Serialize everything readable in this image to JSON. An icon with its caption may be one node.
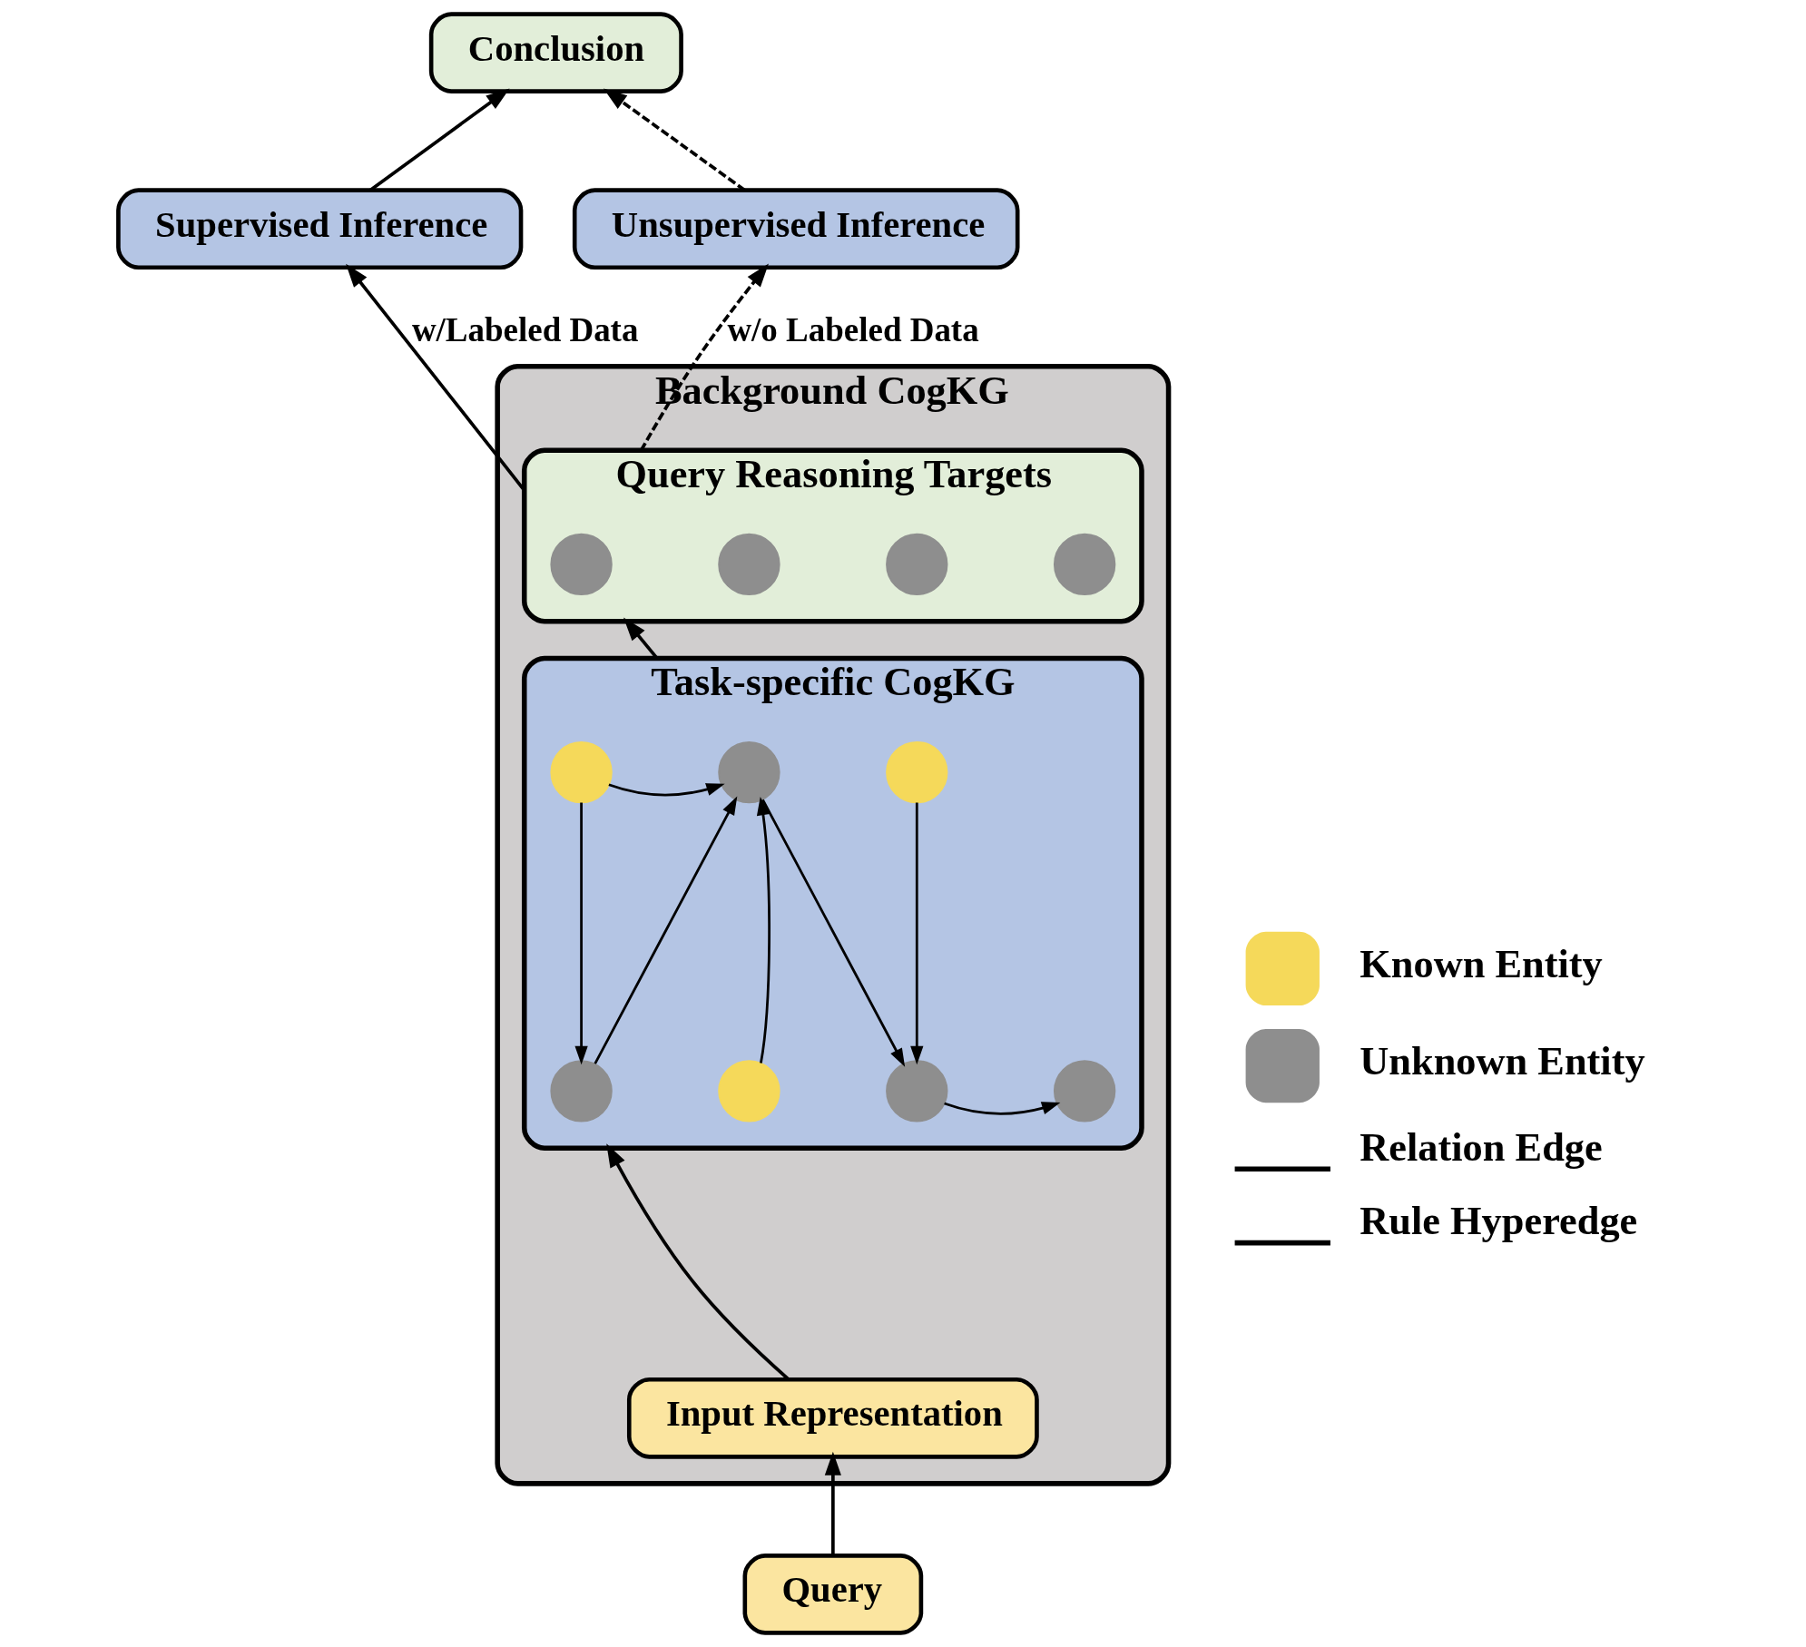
{
  "diagram": {
    "nodes": [
      {
        "text": [
          "Conclusion"
        ]
      },
      {
        "text": [
          "Supervised Inference"
        ]
      },
      {
        "text": [
          "Unsupervised Inference"
        ]
      },
      {
        "text": [
          "Background CogKG"
        ]
      },
      {
        "text": [
          "Query Reasoning Targets"
        ],
        "in": 3
      },
      {
        "text": [],
        "shape": "circle",
        "in": 4
      },
      {
        "text": [],
        "shape": "circle",
        "in": 4
      },
      {
        "text": [],
        "shape": "circle",
        "in": 4
      },
      {
        "text": [],
        "shape": "circle",
        "in": 4
      },
      {
        "text": [
          "Task-specific CogKG"
        ],
        "in": 3
      },
      {
        "text": [],
        "shape": "circle",
        "in": 9
      },
      {
        "text": [],
        "shape": "circle",
        "in": 9
      },
      {
        "text": [],
        "shape": "circle",
        "in": 9
      },
      {
        "text": [],
        "shape": "circle",
        "in": 9
      },
      {
        "text": [],
        "shape": "circle",
        "in": 9
      },
      {
        "text": [],
        "shape": "circle",
        "in": 9
      },
      {
        "text": [],
        "shape": "circle",
        "in": 9
      },
      {
        "text": [
          "Input Representation"
        ],
        "in": 3
      },
      {
        "text": [
          "Query"
        ]
      }
    ],
    "edges": [
      {
        "from": 18,
        "to": 17,
        "arrow": "to"
      },
      {
        "from": 17,
        "to": 9,
        "arrow": "to"
      },
      {
        "from": 9,
        "to": 4,
        "arrow": "to"
      },
      {
        "from": 4,
        "to": 1,
        "arrow": "to",
        "label": "w/Labeled Data"
      },
      {
        "from": 4,
        "to": 2,
        "arrow": "to",
        "label": "w/o Labeled Data",
        "style": "dashed"
      },
      {
        "from": 1,
        "to": 0,
        "arrow": "to"
      },
      {
        "from": 2,
        "to": 0,
        "arrow": "to",
        "style": "dashed"
      },
      {
        "from": 10,
        "to": 13,
        "arrow": "to"
      },
      {
        "from": 10,
        "to": 11,
        "arrow": "to"
      },
      {
        "from": 13,
        "to": 11,
        "arrow": "to"
      },
      {
        "from": 14,
        "to": 11,
        "arrow": "to"
      },
      {
        "from": 11,
        "to": 15,
        "arrow": "to"
      },
      {
        "from": 12,
        "to": 15,
        "arrow": "to"
      },
      {
        "from": 15,
        "to": 16,
        "arrow": "to"
      }
    ],
    "legend": [
      {
        "text": "Known Entity",
        "color": "#f5d95a"
      },
      {
        "text": "Unknown Entity",
        "color": "#8e8e8e"
      },
      {
        "text": "Relation Edge"
      },
      {
        "text": "Rule Hyperedge"
      }
    ]
  }
}
